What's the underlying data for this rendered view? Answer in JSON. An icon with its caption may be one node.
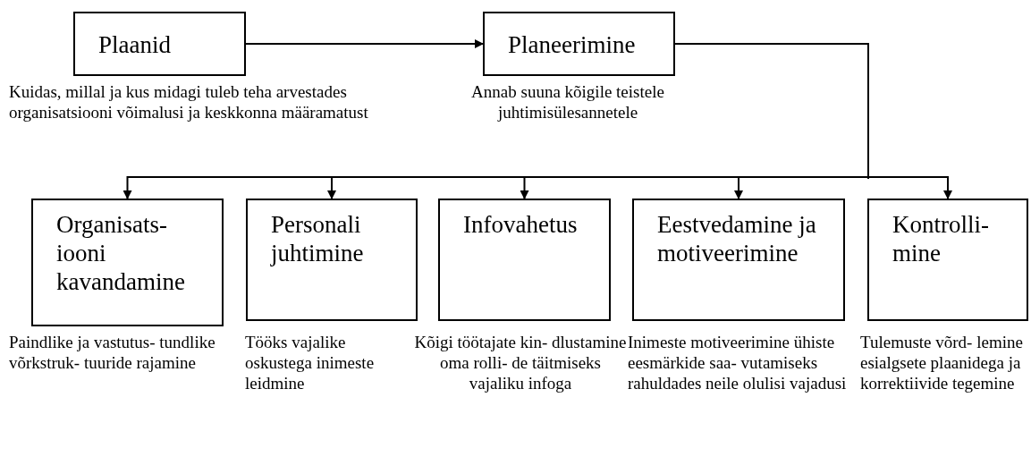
{
  "diagram": {
    "nodes": [
      {
        "text": [
          "Plaanid"
        ],
        "beside": [
          "Kuidas, millal ja kus midagi tuleb teha arvestades organisatsiooni võimalusi ja keskkonna määramatust"
        ]
      },
      {
        "text": [
          "Planeerimine"
        ],
        "beside": [
          "Annab suuna kõigile teistele juhtimisülesannetele"
        ]
      },
      {
        "text": [
          "Organisats- iooni kavandamine"
        ],
        "beside": [
          "Paindlike ja vastutus- tundlike võrkstruk- tuuride rajamine"
        ]
      },
      {
        "text": [
          "Personali juhtimine"
        ],
        "beside": [
          "Tööks vajalike oskustega inimeste leidmine"
        ]
      },
      {
        "text": [
          "Infovahetus"
        ],
        "beside": [
          "Kõigi töötajate kin- dlustamine oma rolli- de täitmiseks vajaliku infoga"
        ]
      },
      {
        "text": [
          "Eestvedamine ja motiveerimine"
        ],
        "beside": [
          "Inimeste motiveerimine ühiste eesmärkide saa- vutamiseks rahuldades neile olulisi vajadusi"
        ]
      },
      {
        "text": [
          "Kontrolli- mine"
        ],
        "beside": [
          "Tulemuste võrd- lemine esialgsete plaanidega ja korrektiivide tegemine"
        ]
      }
    ],
    "edges": [
      {
        "from": 0,
        "to": 1,
        "arrow": "to"
      },
      {
        "from": 1,
        "to": 2,
        "arrow": "to"
      },
      {
        "from": 1,
        "to": 3,
        "arrow": "to"
      },
      {
        "from": 1,
        "to": 4,
        "arrow": "to"
      },
      {
        "from": 1,
        "to": 5,
        "arrow": "to"
      },
      {
        "from": 1,
        "to": 6,
        "arrow": "to"
      }
    ]
  }
}
